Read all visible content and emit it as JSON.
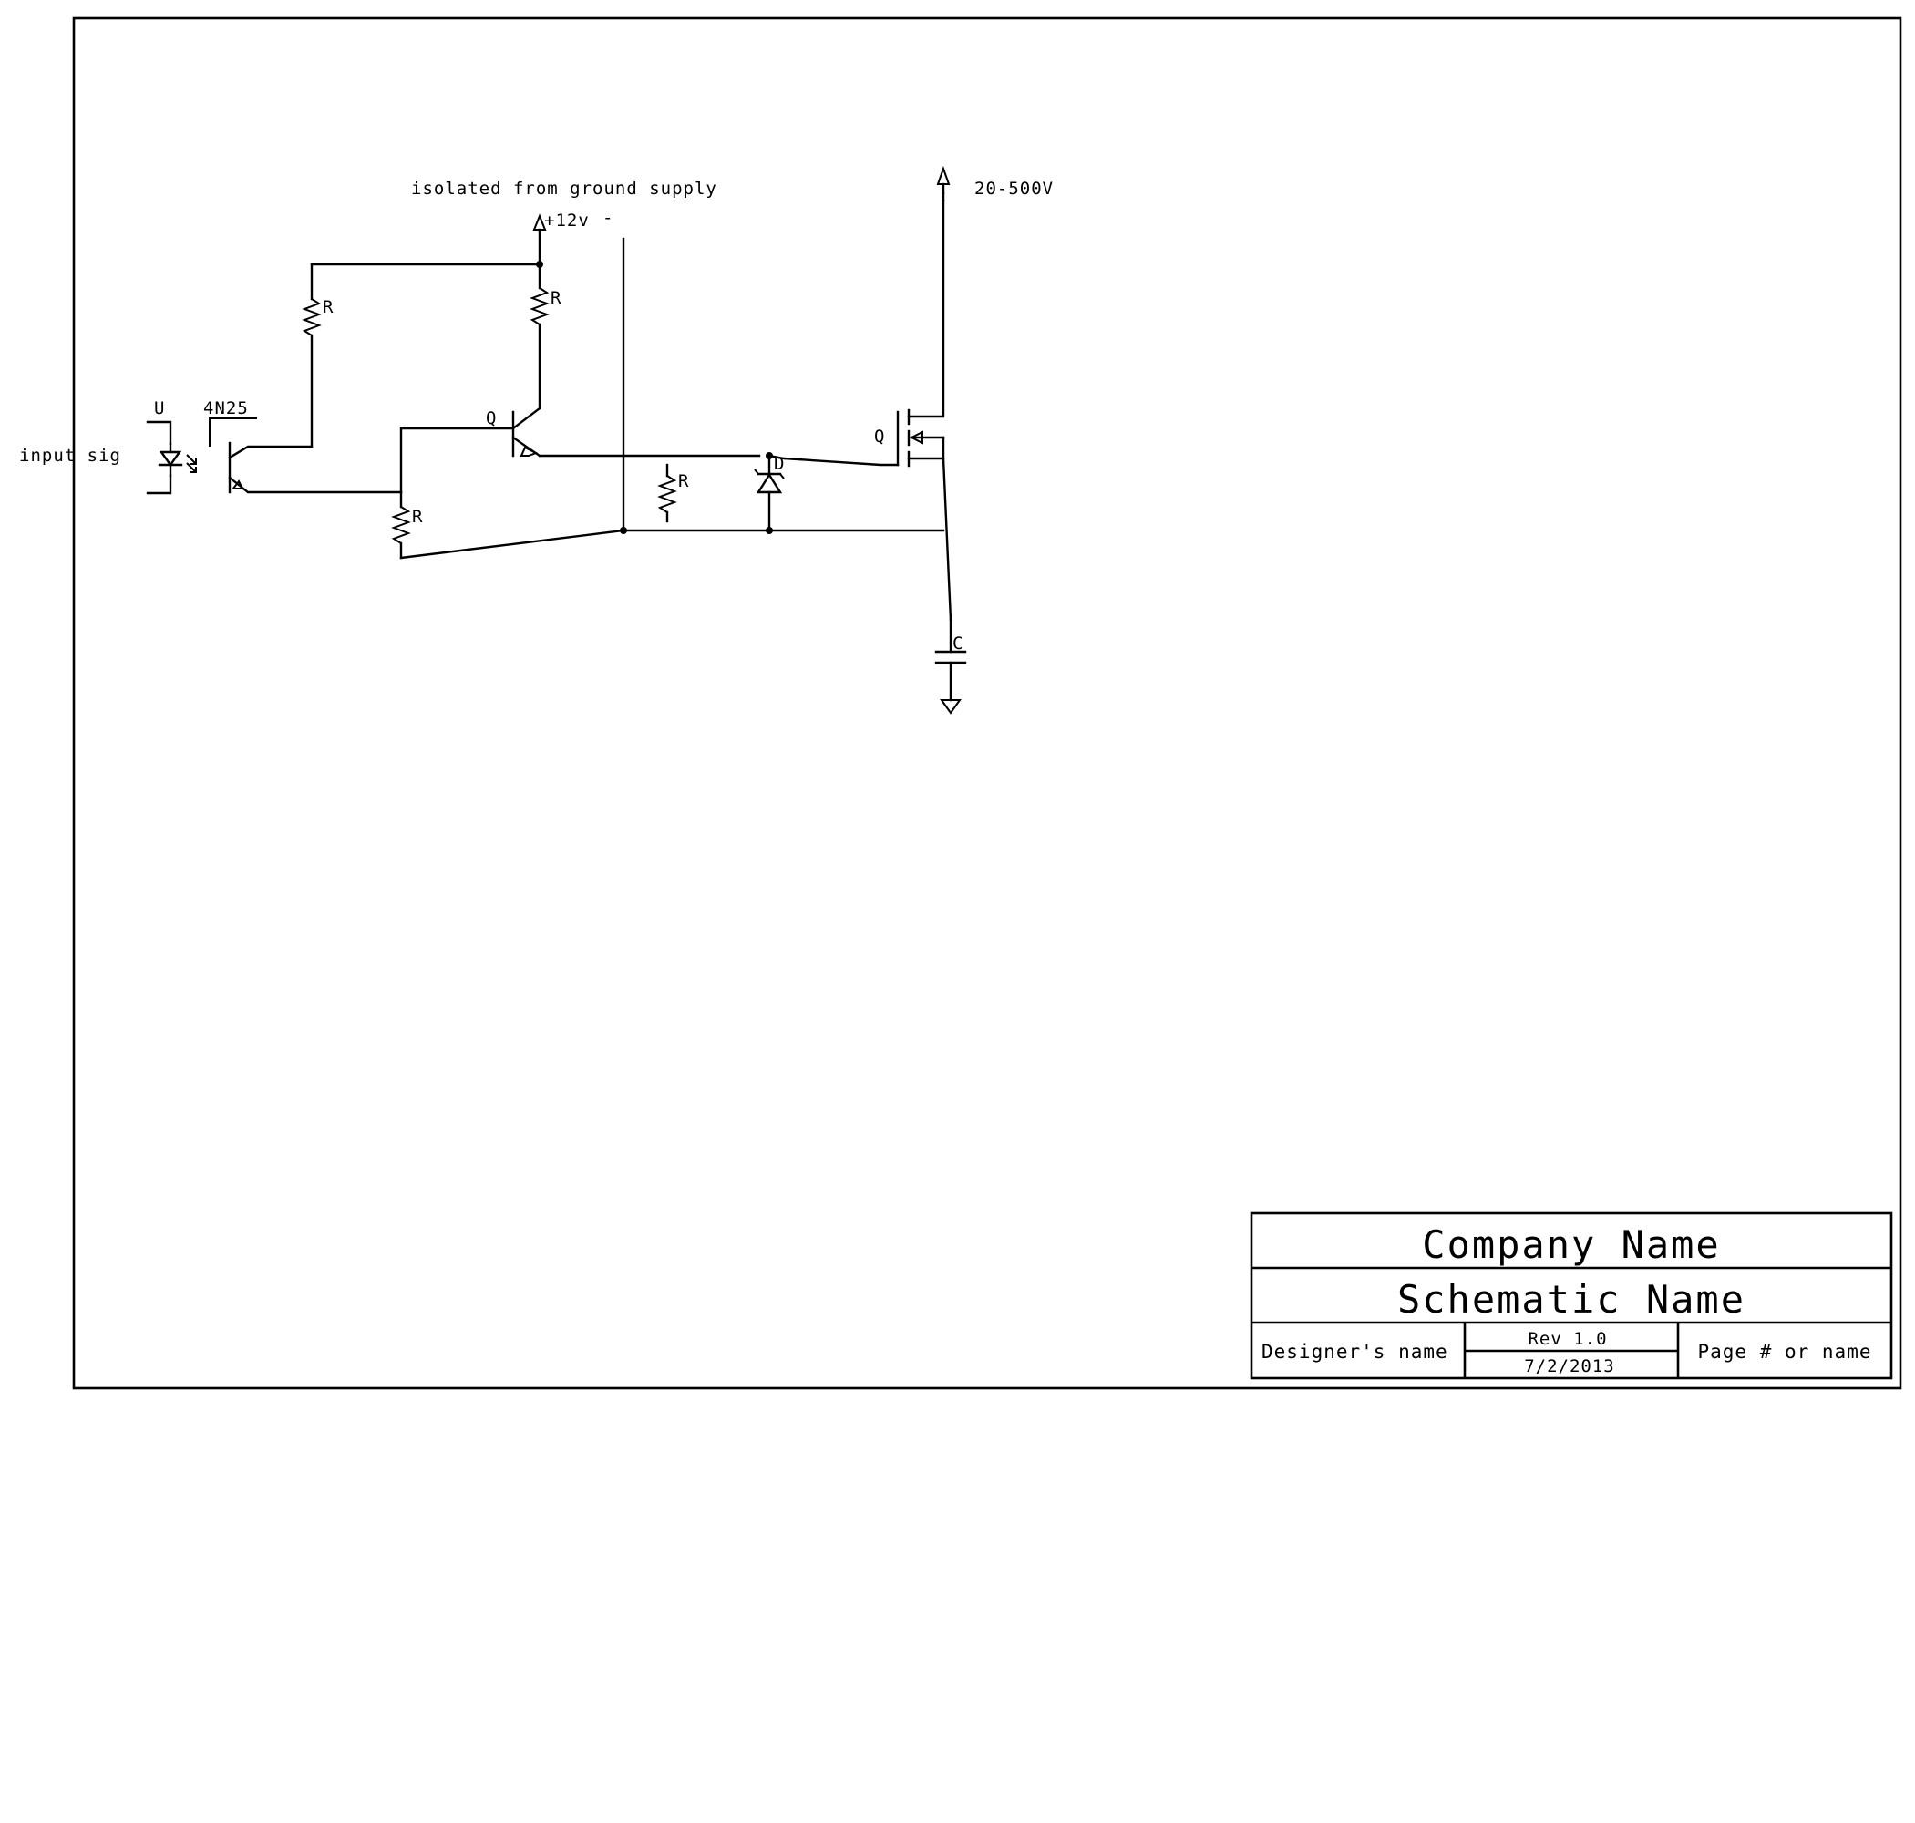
{
  "schematic": {
    "labels": {
      "input_signal": "input sig",
      "opto_ref": "U",
      "opto_part": "4N25",
      "supply_note": "isolated from ground supply",
      "supply_plus": "+12v",
      "supply_minus": "-",
      "hv_supply": "20-500V",
      "r_pullup_left": "R",
      "r_collector": "R",
      "r_emitter_bottom": "R",
      "r_gate": "R",
      "q_driver": "Q",
      "q_mosfet": "Q",
      "zener": "D",
      "capacitor": "C"
    }
  },
  "title_block": {
    "company": "Company Name",
    "schematic_name": "Schematic Name",
    "designer": "Designer's name",
    "revision": "Rev 1.0",
    "date": "7/2/2013",
    "page": "Page # or name"
  }
}
